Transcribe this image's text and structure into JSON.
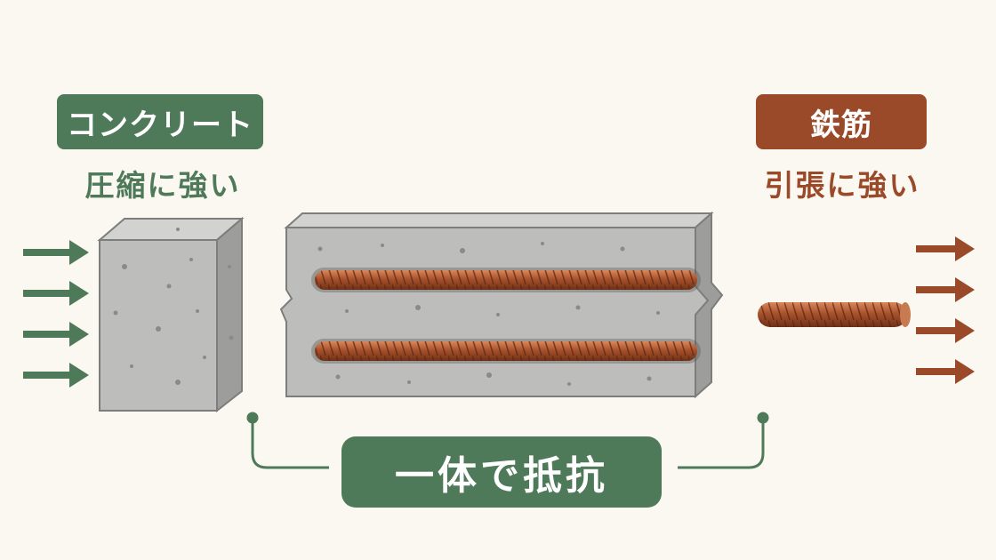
{
  "concrete": {
    "label": "コンクリート",
    "property": "圧縮に強い",
    "color": "#4e7a5a",
    "arrow_count": 4,
    "arrow_direction": "right"
  },
  "rebar": {
    "label": "鉄筋",
    "property": "引張に強い",
    "color": "#9a4a28",
    "arrow_count": 4,
    "arrow_direction": "right"
  },
  "combined": {
    "label": "一体で抵抗"
  },
  "colors": {
    "background": "#fbf8f1",
    "concrete_gray": "#b9b9b7",
    "rebar_copper": "#a8522c"
  }
}
